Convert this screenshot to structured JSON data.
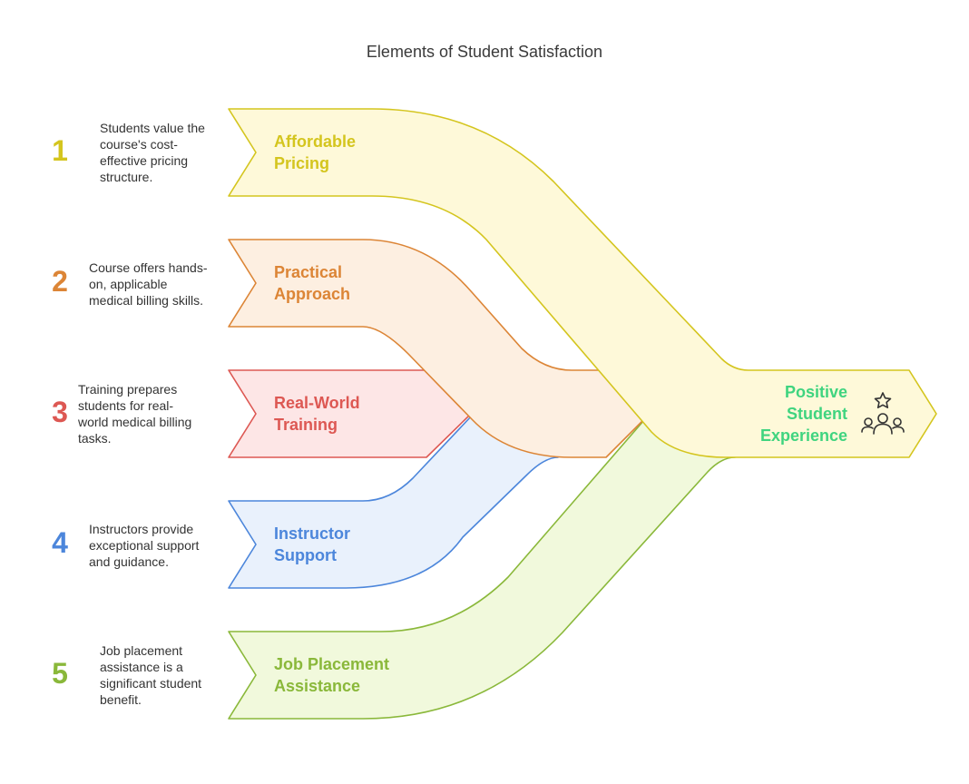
{
  "title": "Elements of Student Satisfaction",
  "items": [
    {
      "number": "1",
      "label_lines": [
        "Affordable",
        "Pricing"
      ],
      "description_lines": [
        "Students value the",
        "course's cost-",
        "effective pricing",
        "structure."
      ],
      "color": "#d4c51e",
      "fill": "#fef9d9"
    },
    {
      "number": "2",
      "label_lines": [
        "Practical",
        "Approach"
      ],
      "description_lines": [
        "Course offers hands-",
        "on, applicable",
        "medical billing skills."
      ],
      "color": "#dc8536",
      "fill": "#fdefe1"
    },
    {
      "number": "3",
      "label_lines": [
        "Real-World",
        "Training"
      ],
      "description_lines": [
        "Training prepares",
        "students for real-",
        "world medical billing",
        "tasks."
      ],
      "color": "#dd5853",
      "fill": "#fde6e6"
    },
    {
      "number": "4",
      "label_lines": [
        "Instructor",
        "Support"
      ],
      "description_lines": [
        "Instructors provide",
        "exceptional support",
        "and guidance."
      ],
      "color": "#4c86db",
      "fill": "#e9f1fc"
    },
    {
      "number": "5",
      "label_lines": [
        "Job Placement",
        "Assistance"
      ],
      "description_lines": [
        "Job placement",
        "assistance is a",
        "significant student",
        "benefit."
      ],
      "color": "#8ab83a",
      "fill": "#f1f9dc"
    }
  ],
  "target": {
    "label_lines": [
      "Positive",
      "Student",
      "Experience"
    ],
    "color": "#3fd47f",
    "fill": "#fef9d9",
    "stroke": "#d4c51e",
    "icon": "users-star-icon"
  }
}
